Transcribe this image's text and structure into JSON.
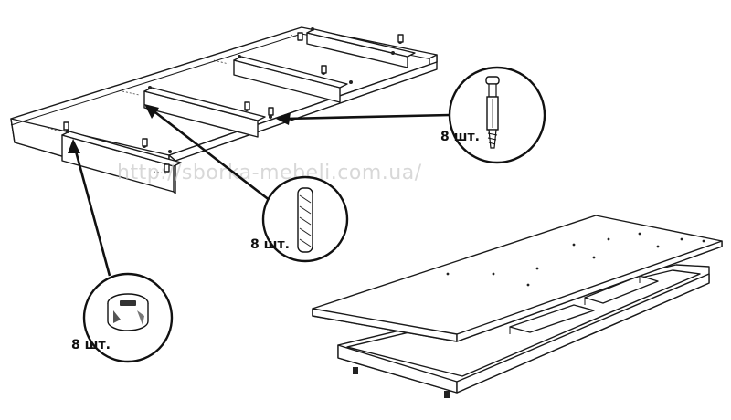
{
  "watermark": "http://sborka-mebeli.com.ua/",
  "callouts": [
    {
      "id": "confirmat-screw",
      "quantity": "8 шт.",
      "icon": "confirmat-screw-icon"
    },
    {
      "id": "wooden-dowel",
      "quantity": "8 шт.",
      "icon": "wooden-dowel-icon"
    },
    {
      "id": "cam-lock",
      "quantity": "8 шт.",
      "icon": "cam-lock-icon"
    }
  ],
  "colors": {
    "line": "#1a1a1a",
    "watermark": "#c8c8c8",
    "background": "#ffffff"
  }
}
